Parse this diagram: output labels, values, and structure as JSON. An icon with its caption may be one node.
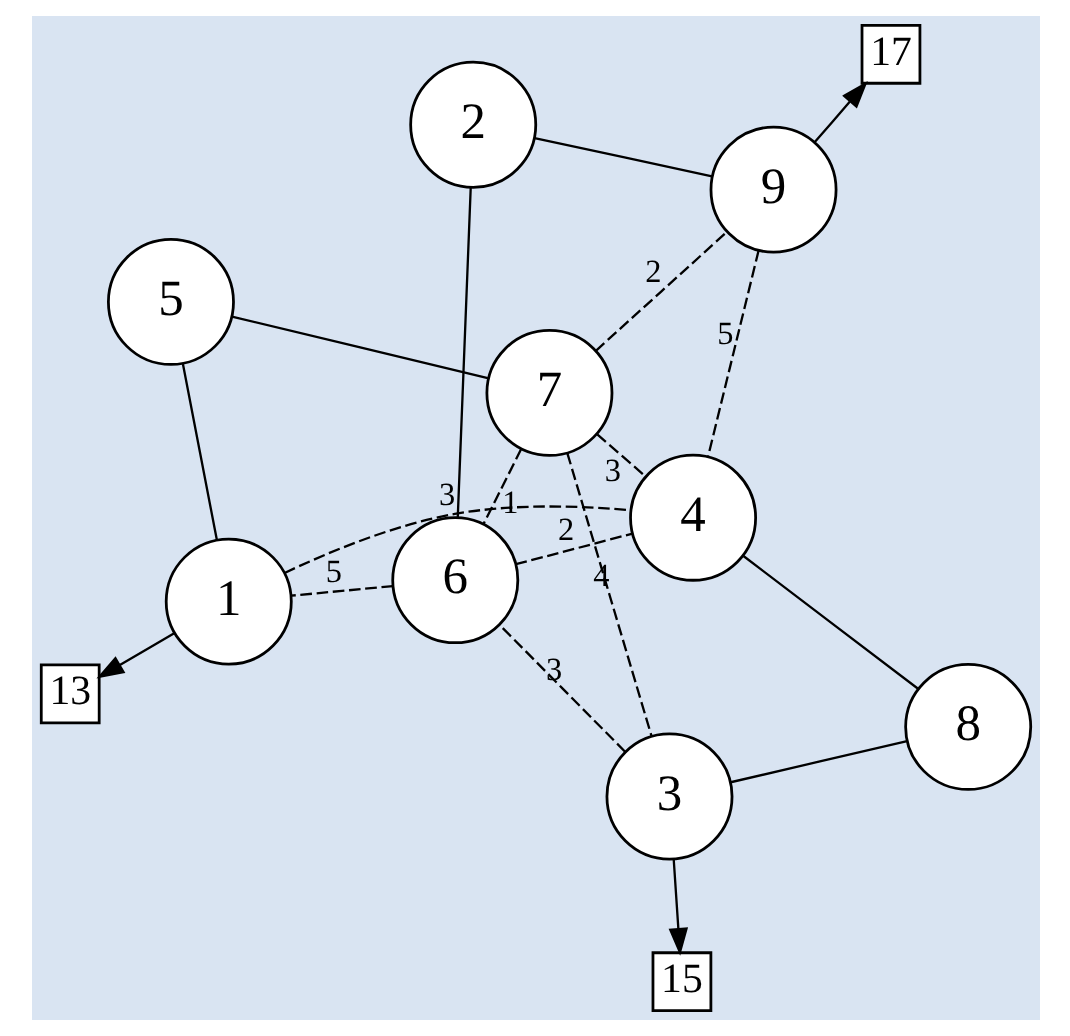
{
  "diagram": {
    "nodes": [
      {
        "text": [
          "7"
        ]
      },
      {
        "text": [
          "15"
        ]
      },
      {
        "text": [
          "3"
        ]
      },
      {
        "text": [
          "5"
        ]
      },
      {
        "text": [
          "9"
        ]
      },
      {
        "text": [
          "17"
        ]
      },
      {
        "text": [
          "2"
        ]
      },
      {
        "text": [
          "8"
        ]
      },
      {
        "text": [
          "6"
        ]
      },
      {
        "text": [
          "1"
        ]
      },
      {
        "text": [
          "4"
        ]
      },
      {
        "text": [
          "13"
        ]
      }
    ],
    "edges": [
      {
        "from": 0,
        "to": 2,
        "arrow": "none",
        "style": "dashed",
        "label": "4"
      },
      {
        "from": 0,
        "to": 4,
        "arrow": "none",
        "style": "dashed",
        "label": "2"
      },
      {
        "from": 0,
        "to": 3,
        "arrow": "none"
      },
      {
        "from": 2,
        "to": 1,
        "arrow": "to"
      },
      {
        "from": 4,
        "to": 5,
        "arrow": "to"
      },
      {
        "from": 2,
        "to": 8,
        "arrow": "none",
        "style": "dashed",
        "label": "3"
      },
      {
        "from": 4,
        "to": 10,
        "arrow": "none",
        "style": "dashed",
        "label": "5"
      },
      {
        "from": 3,
        "to": 9,
        "arrow": "none"
      },
      {
        "from": 2,
        "to": 7,
        "arrow": "none"
      },
      {
        "from": 4,
        "to": 6,
        "arrow": "none"
      },
      {
        "from": 6,
        "to": 8,
        "arrow": "none"
      },
      {
        "from": 7,
        "to": 10,
        "arrow": "none"
      },
      {
        "from": 8,
        "to": 9,
        "arrow": "none",
        "style": "dashed",
        "label": "5"
      },
      {
        "from": 9,
        "to": 10,
        "arrow": "none",
        "style": "dashed",
        "label": "3"
      },
      {
        "from": 9,
        "to": 11,
        "arrow": "to"
      },
      {
        "from": 0,
        "to": 8,
        "arrow": "none",
        "style": "dashed",
        "label": "1"
      },
      {
        "from": 0,
        "to": 10,
        "arrow": "none",
        "style": "dashed",
        "label": "3"
      },
      {
        "from": 8,
        "to": 10,
        "arrow": "none",
        "style": "dashed",
        "label": "2"
      }
    ]
  }
}
